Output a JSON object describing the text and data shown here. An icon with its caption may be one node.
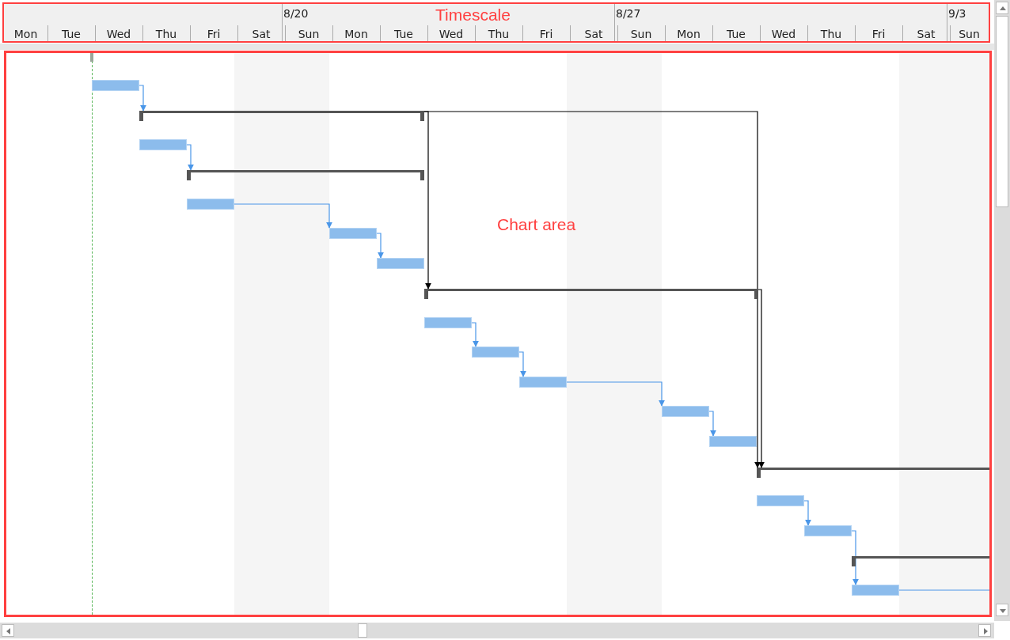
{
  "diagram": {
    "nodes": [
      {
        "text": [
          "Timescale"
        ]
      },
      {
        "text": [
          "Chart area"
        ]
      },
      {
        "text": [],
        "shape": "bar",
        "in": 1
      },
      {
        "text": [],
        "shape": "bar",
        "in": 1
      },
      {
        "text": [],
        "shape": "bar",
        "in": 1
      },
      {
        "text": [],
        "shape": "bar",
        "in": 1
      },
      {
        "text": [],
        "shape": "bar",
        "in": 1
      },
      {
        "text": [],
        "shape": "bar",
        "in": 1
      },
      {
        "text": [],
        "shape": "bar",
        "in": 1
      },
      {
        "text": [],
        "shape": "bar",
        "in": 1
      },
      {
        "text": [],
        "shape": "bar",
        "in": 1
      },
      {
        "text": [],
        "shape": "bar",
        "in": 1
      },
      {
        "text": [],
        "shape": "bar",
        "in": 1
      },
      {
        "text": [],
        "shape": "bar",
        "in": 1
      },
      {
        "text": [],
        "shape": "bar",
        "in": 1
      },
      {
        "text": [],
        "shape": "bar",
        "in": 1
      },
      {
        "text": [],
        "shape": "bar",
        "in": 1
      },
      {
        "text": [],
        "shape": "bar",
        "in": 1
      },
      {
        "text": [],
        "shape": "bar",
        "in": 1
      },
      {
        "text": [],
        "shape": "bar",
        "in": 1
      }
    ],
    "edges": [
      {
        "from": 2,
        "to": 3,
        "arrow": "to"
      },
      {
        "from": 4,
        "to": 5,
        "arrow": "to"
      },
      {
        "from": 6,
        "to": 7,
        "arrow": "to"
      },
      {
        "from": 7,
        "to": 8,
        "arrow": "to"
      },
      {
        "from": 3,
        "to": 9,
        "arrow": "to",
        "color": "#000000"
      },
      {
        "from": 3,
        "to": 15,
        "arrow": "to",
        "color": "#000000"
      },
      {
        "from": 9,
        "to": 15,
        "arrow": "to",
        "color": "#000000"
      },
      {
        "from": 10,
        "to": 11,
        "arrow": "to"
      },
      {
        "from": 11,
        "to": 12,
        "arrow": "to"
      },
      {
        "from": 12,
        "to": 13,
        "arrow": "to"
      },
      {
        "from": 13,
        "to": 14,
        "arrow": "to"
      },
      {
        "from": 16,
        "to": 17,
        "arrow": "to"
      },
      {
        "from": 17,
        "to": 19,
        "arrow": "to"
      },
      {
        "from": 19,
        "to": null,
        "arrow": "none"
      }
    ],
    "labels": [
      "8/20",
      "8/27",
      "9/3",
      "Mon",
      "Tue",
      "Wed",
      "Thu",
      "Fri",
      "Sat",
      "Sun",
      "Mon",
      "Tue",
      "Wed",
      "Thu",
      "Fri",
      "Sat",
      "Sun",
      "Mon",
      "Tue",
      "Wed",
      "Thu",
      "Fri",
      "Sat",
      "Sun"
    ]
  }
}
